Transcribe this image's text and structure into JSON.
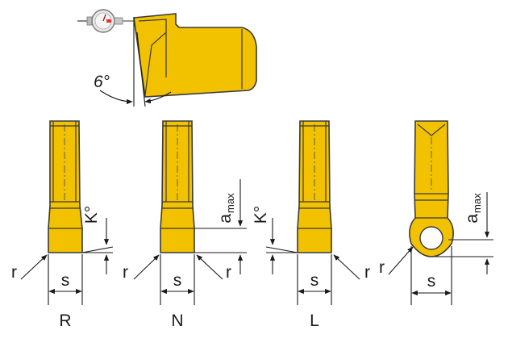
{
  "angle_label": "6°",
  "kappa_label": "K°",
  "radius_label": "r",
  "width_label": "s",
  "amax_label": "a",
  "amax_sub": "max",
  "variants": [
    "R",
    "N",
    "L"
  ],
  "colors": {
    "insert": "#f2c200",
    "outline": "#3a3a3a",
    "ink": "#1a1a1a"
  }
}
